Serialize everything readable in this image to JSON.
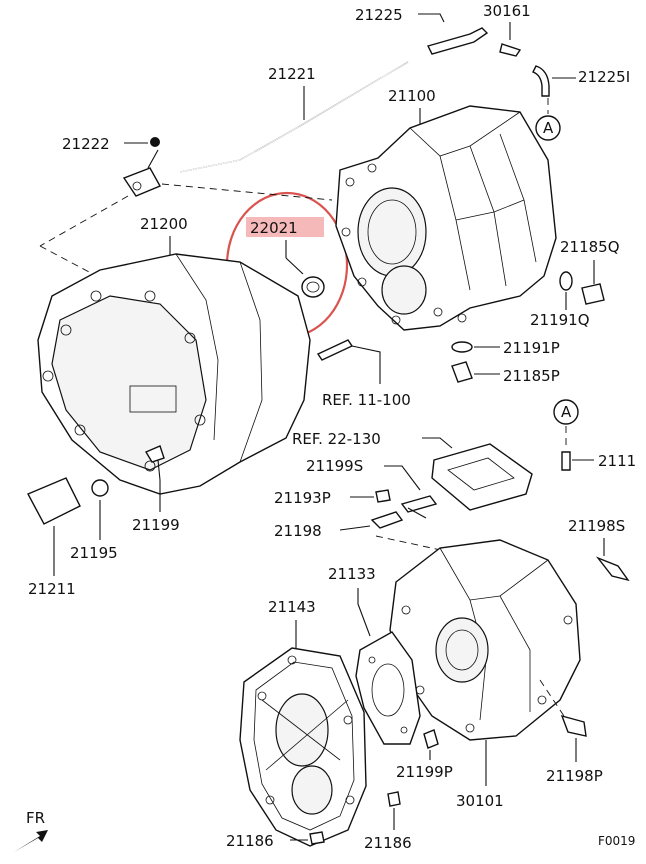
{
  "colors": {
    "ink": "#111111",
    "highlight_circle": "#d9534f",
    "highlight_label_bg": "#f6b9b9"
  },
  "highlighted_part": "22021",
  "callouts": {
    "c21225": "21225",
    "c30161": "30161",
    "c21225I": "21225I",
    "c21221": "21221",
    "c21100": "21100",
    "c21222": "21222",
    "c21200": "21200",
    "c22021": "22021",
    "c21185Q": "21185Q",
    "c21191Q": "21191Q",
    "c21191P": "21191P",
    "c21185P": "21185P",
    "ref11": "REF. 11-100",
    "ref22": "REF. 22-130",
    "c21199S": "21199S",
    "c21193P": "21193P",
    "c21198": "21198",
    "c21198S": "21198S",
    "c2111": "2111",
    "c21199": "21199",
    "c21195": "21195",
    "c21211": "21211",
    "c21133": "21133",
    "c21143": "21143",
    "c21199P": "21199P",
    "c21198P": "21198P",
    "c30101": "30101",
    "c21186a": "21186",
    "c21186b": "21186",
    "markerA1": "A",
    "markerA2": "A",
    "fr": "FR",
    "figure_code": "F0019"
  }
}
